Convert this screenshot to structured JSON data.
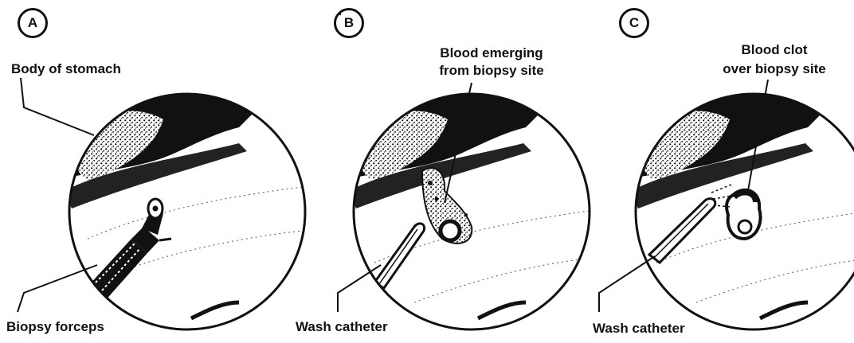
{
  "panels": [
    {
      "letter": "A",
      "labels": {
        "top": "Body of stomach",
        "bottom": "Biopsy forceps"
      }
    },
    {
      "letter": "B",
      "labels": {
        "top_line1": "Blood emerging",
        "top_line2": "from biopsy site",
        "bottom": "Wash catheter"
      }
    },
    {
      "letter": "C",
      "labels": {
        "top_line1": "Blood clot",
        "top_line2": "over biopsy site",
        "bottom": "Wash catheter"
      }
    }
  ],
  "colors": {
    "ink": "#111111",
    "paper": "#ffffff"
  }
}
